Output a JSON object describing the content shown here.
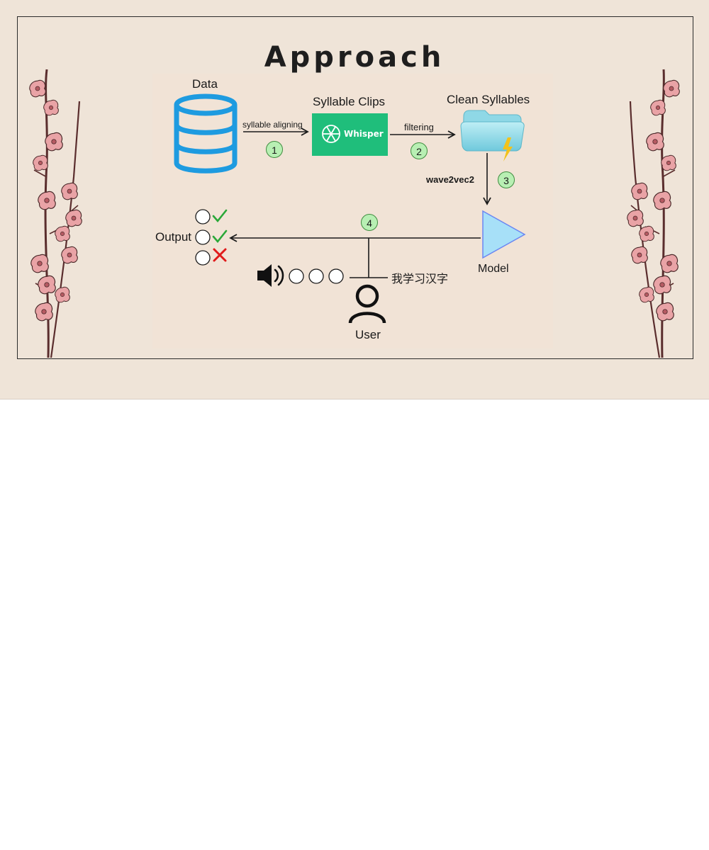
{
  "slide": {
    "title": "Approach"
  },
  "diagram": {
    "data_label": "Data",
    "syllable_clips_label": "Syllable Clips",
    "clean_syllables_label": "Clean Syllables",
    "model_label": "Model",
    "user_label": "User",
    "output_label": "Output",
    "whisper_label": "Whisper",
    "edge_syllable_aligning": "syllable aligning",
    "edge_filtering": "filtering",
    "edge_wave2vec2": "wave2vec2",
    "chinese_sentence": "我学习汉字",
    "steps": [
      "1",
      "2",
      "3",
      "4"
    ],
    "output_marks": [
      "correct",
      "correct",
      "incorrect"
    ],
    "colors": {
      "database": "#1e9be0",
      "whisper": "#1fbe7b",
      "model": "#a7e0f8",
      "badge": "#b8efb3",
      "check": "#2aa838",
      "cross": "#e01b1b",
      "blossom": "#e9a3a6"
    },
    "icons": [
      "database-icon",
      "openai-logo-icon",
      "folder-icon",
      "lightning-icon",
      "speaker-icon",
      "user-icon",
      "check-icon",
      "cross-icon"
    ]
  }
}
